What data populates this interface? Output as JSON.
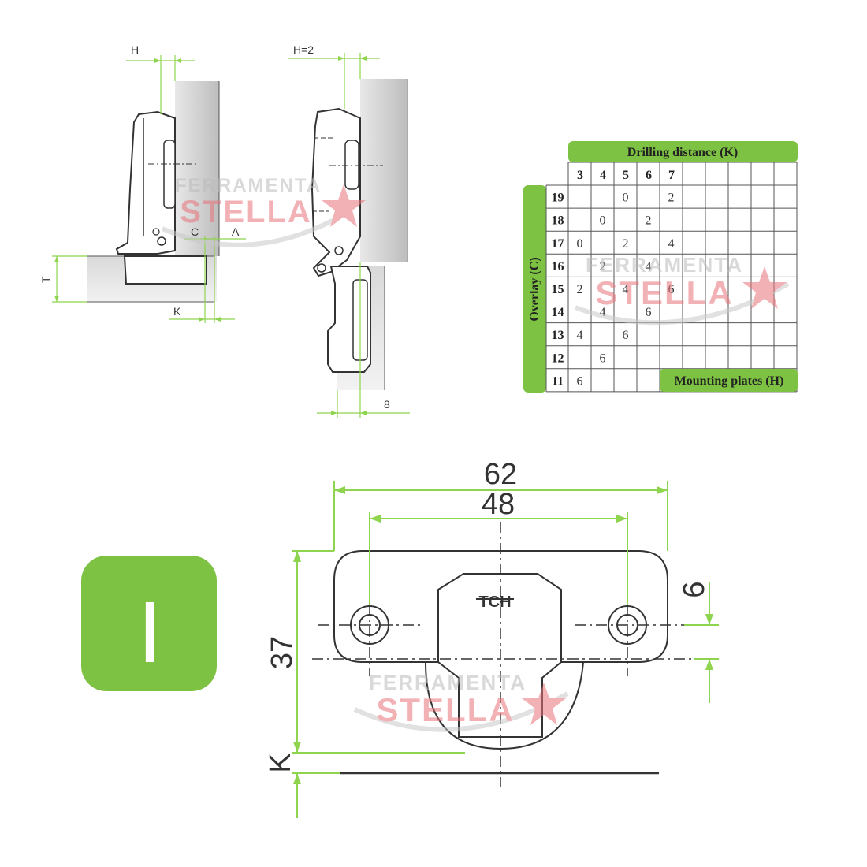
{
  "labels": {
    "H": "H",
    "H2": "H=2",
    "C": "C",
    "A": "A",
    "T": "T",
    "K": "K",
    "eight": "8"
  },
  "table": {
    "drilling_title": "Drilling distance (K)",
    "overlay_title": "Overlay (C)",
    "mounting_title": "Mounting plates (H)",
    "col_headers": [
      "3",
      "4",
      "5",
      "6",
      "7"
    ],
    "row_headers": [
      "19",
      "18",
      "17",
      "16",
      "15",
      "14",
      "13",
      "12",
      "11"
    ],
    "cells": [
      [
        "",
        "",
        "0",
        "",
        "2"
      ],
      [
        "",
        "0",
        "",
        "2",
        ""
      ],
      [
        "0",
        "",
        "2",
        "",
        "4"
      ],
      [
        "",
        "2",
        "",
        "4",
        ""
      ],
      [
        "2",
        "",
        "4",
        "",
        "6"
      ],
      [
        "",
        "4",
        "",
        "6",
        ""
      ],
      [
        "4",
        "",
        "6",
        "",
        ""
      ],
      [
        "",
        "6",
        "",
        "",
        ""
      ],
      [
        "6",
        "",
        "",
        "",
        ""
      ]
    ]
  },
  "plate": {
    "badge": "I",
    "dim_62": "62",
    "dim_48": "48",
    "dim_37": "37",
    "dim_6": "6",
    "dim_K": "K",
    "brand": "TCH"
  },
  "watermark": {
    "line1": "FERRAMENTA",
    "line2": "STELLA"
  },
  "colors": {
    "accent_green": "#7dc242",
    "dim_green": "#8ed44e",
    "watermark_red": "#e8737a",
    "line_dark": "#333333"
  }
}
